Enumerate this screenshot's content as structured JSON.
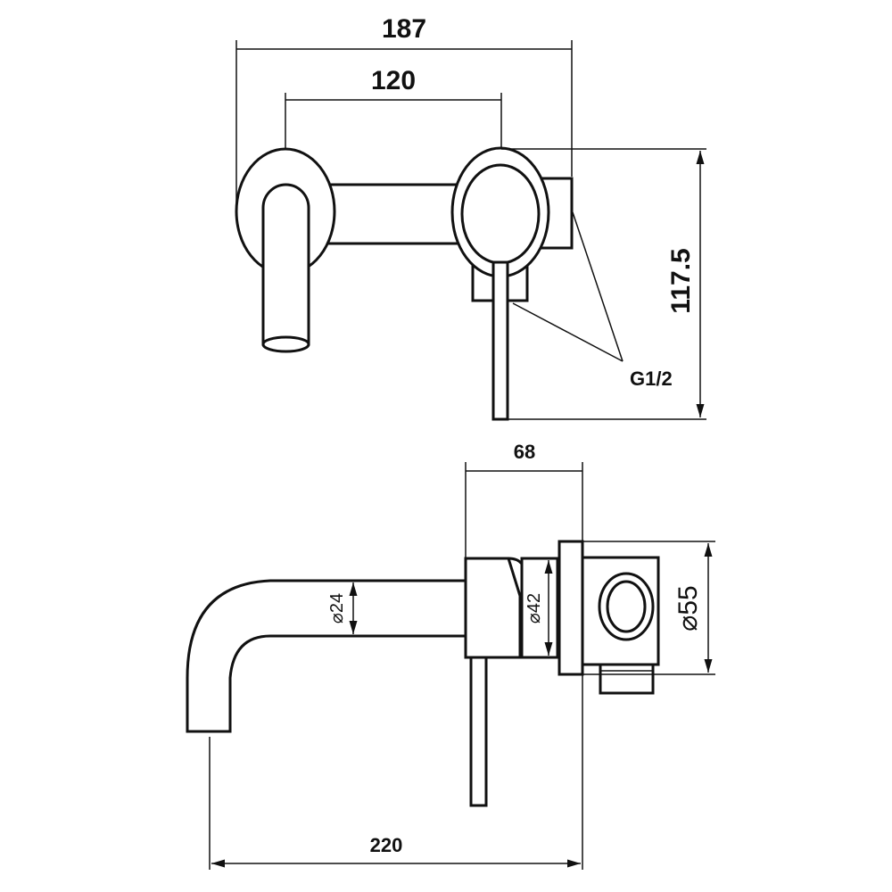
{
  "drawing": {
    "top_view": {
      "width_overall": "187",
      "center_distance": "120",
      "height_overall": "117.5",
      "connection_label": "G1/2"
    },
    "side_view": {
      "body_depth": "68",
      "spout_diameter": "⌀24",
      "body_diameter": "⌀42",
      "escutcheon_diameter": "⌀55",
      "projection": "220"
    },
    "line_color": "#111111"
  }
}
